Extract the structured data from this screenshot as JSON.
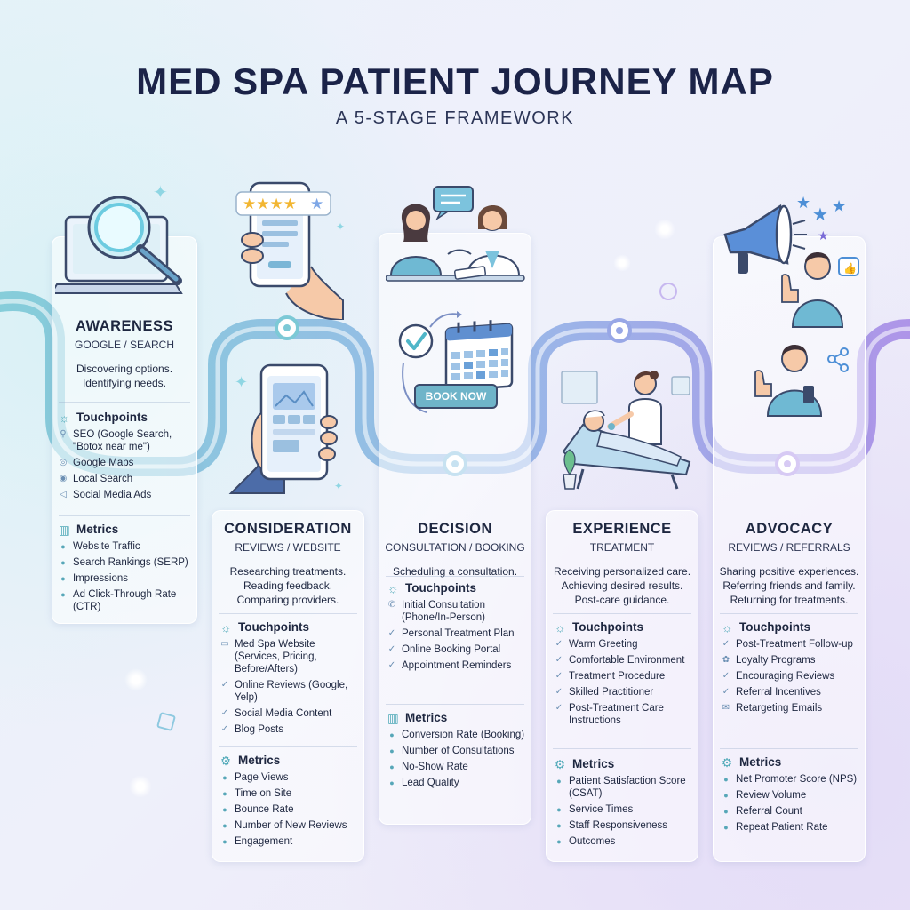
{
  "header": {
    "title": "MED SPA PATIENT JOURNEY MAP",
    "subtitle": "A 5-STAGE FRAMEWORK"
  },
  "colors": {
    "path_start": "#7cc9d6",
    "path_end": "#a78be6",
    "accent": "#4fa9b8",
    "book_button": "#6fb4c9"
  },
  "book_button_label": "BOOK NOW",
  "stages": [
    {
      "name": "AWARENESS",
      "sub": "GOOGLE / SEARCH",
      "desc": [
        "Discovering options.",
        "Identifying needs."
      ],
      "touchpoints_label": "Touchpoints",
      "touchpoints": [
        {
          "icon": "search-icon",
          "text": "SEO (Google Search, \"Botox near me\")"
        },
        {
          "icon": "map-icon",
          "text": "Google Maps"
        },
        {
          "icon": "location-pin-icon",
          "text": "Local Search"
        },
        {
          "icon": "megaphone-icon",
          "text": "Social Media Ads"
        }
      ],
      "metrics_label": "Metrics",
      "metrics": [
        "Website Traffic",
        "Search Rankings (SERP)",
        "Impressions",
        "Ad Click-Through Rate (CTR)"
      ]
    },
    {
      "name": "CONSIDERATION",
      "sub": "REVIEWS / WEBSITE",
      "desc": [
        "Researching treatments.",
        "Reading feedback.",
        "Comparing providers."
      ],
      "touchpoints_label": "Touchpoints",
      "touchpoints": [
        {
          "icon": "browser-icon",
          "text": "Med Spa Website (Services, Pricing, Before/Afters)"
        },
        {
          "icon": "check-circle-icon",
          "text": "Online Reviews (Google, Yelp)"
        },
        {
          "icon": "check-circle-icon",
          "text": "Social Media Content"
        },
        {
          "icon": "check-circle-icon",
          "text": "Blog Posts"
        }
      ],
      "metrics_label": "Metrics",
      "metrics": [
        "Page Views",
        "Time on Site",
        "Bounce Rate",
        "Number of New Reviews",
        "Engagement"
      ]
    },
    {
      "name": "DECISION",
      "sub": "CONSULTATION / BOOKING",
      "desc": [
        "Scheduling a consultation."
      ],
      "touchpoints_label": "Touchpoints",
      "touchpoints": [
        {
          "icon": "phone-icon",
          "text": "Initial Consultation (Phone/In-Person)"
        },
        {
          "icon": "check-circle-icon",
          "text": "Personal Treatment Plan"
        },
        {
          "icon": "check-circle-icon",
          "text": "Online Booking Portal"
        },
        {
          "icon": "check-circle-icon",
          "text": "Appointment Reminders"
        }
      ],
      "metrics_label": "Metrics",
      "metrics": [
        "Conversion Rate (Booking)",
        "Number of Consultations",
        "No-Show Rate",
        "Lead Quality"
      ]
    },
    {
      "name": "EXPERIENCE",
      "sub": "TREATMENT",
      "desc": [
        "Receiving personalized care.",
        "Achieving desired results.",
        "Post-care guidance."
      ],
      "touchpoints_label": "Touchpoints",
      "touchpoints": [
        {
          "icon": "check-circle-icon",
          "text": "Warm Greeting"
        },
        {
          "icon": "check-circle-icon",
          "text": "Comfortable Environment"
        },
        {
          "icon": "check-circle-icon",
          "text": "Treatment Procedure"
        },
        {
          "icon": "check-circle-icon",
          "text": "Skilled Practitioner"
        },
        {
          "icon": "check-circle-icon",
          "text": "Post-Treatment Care Instructions"
        }
      ],
      "metrics_label": "Metrics",
      "metrics": [
        "Patient Satisfaction Score (CSAT)",
        "Service Times",
        "Staff Responsiveness",
        "Outcomes"
      ]
    },
    {
      "name": "ADVOCACY",
      "sub": "REVIEWS / REFERRALS",
      "desc": [
        "Sharing positive experiences.",
        "Referring friends and family.",
        "Returning for treatments."
      ],
      "touchpoints_label": "Touchpoints",
      "touchpoints": [
        {
          "icon": "check-circle-icon",
          "text": "Post-Treatment Follow-up"
        },
        {
          "icon": "gift-icon",
          "text": "Loyalty Programs"
        },
        {
          "icon": "check-circle-icon",
          "text": "Encouraging Reviews"
        },
        {
          "icon": "check-circle-icon",
          "text": "Referral Incentives"
        },
        {
          "icon": "mail-icon",
          "text": "Retargeting Emails"
        }
      ],
      "metrics_label": "Metrics",
      "metrics": [
        "Net Promoter Score (NPS)",
        "Review Volume",
        "Referral Count",
        "Repeat Patient Rate"
      ]
    }
  ]
}
